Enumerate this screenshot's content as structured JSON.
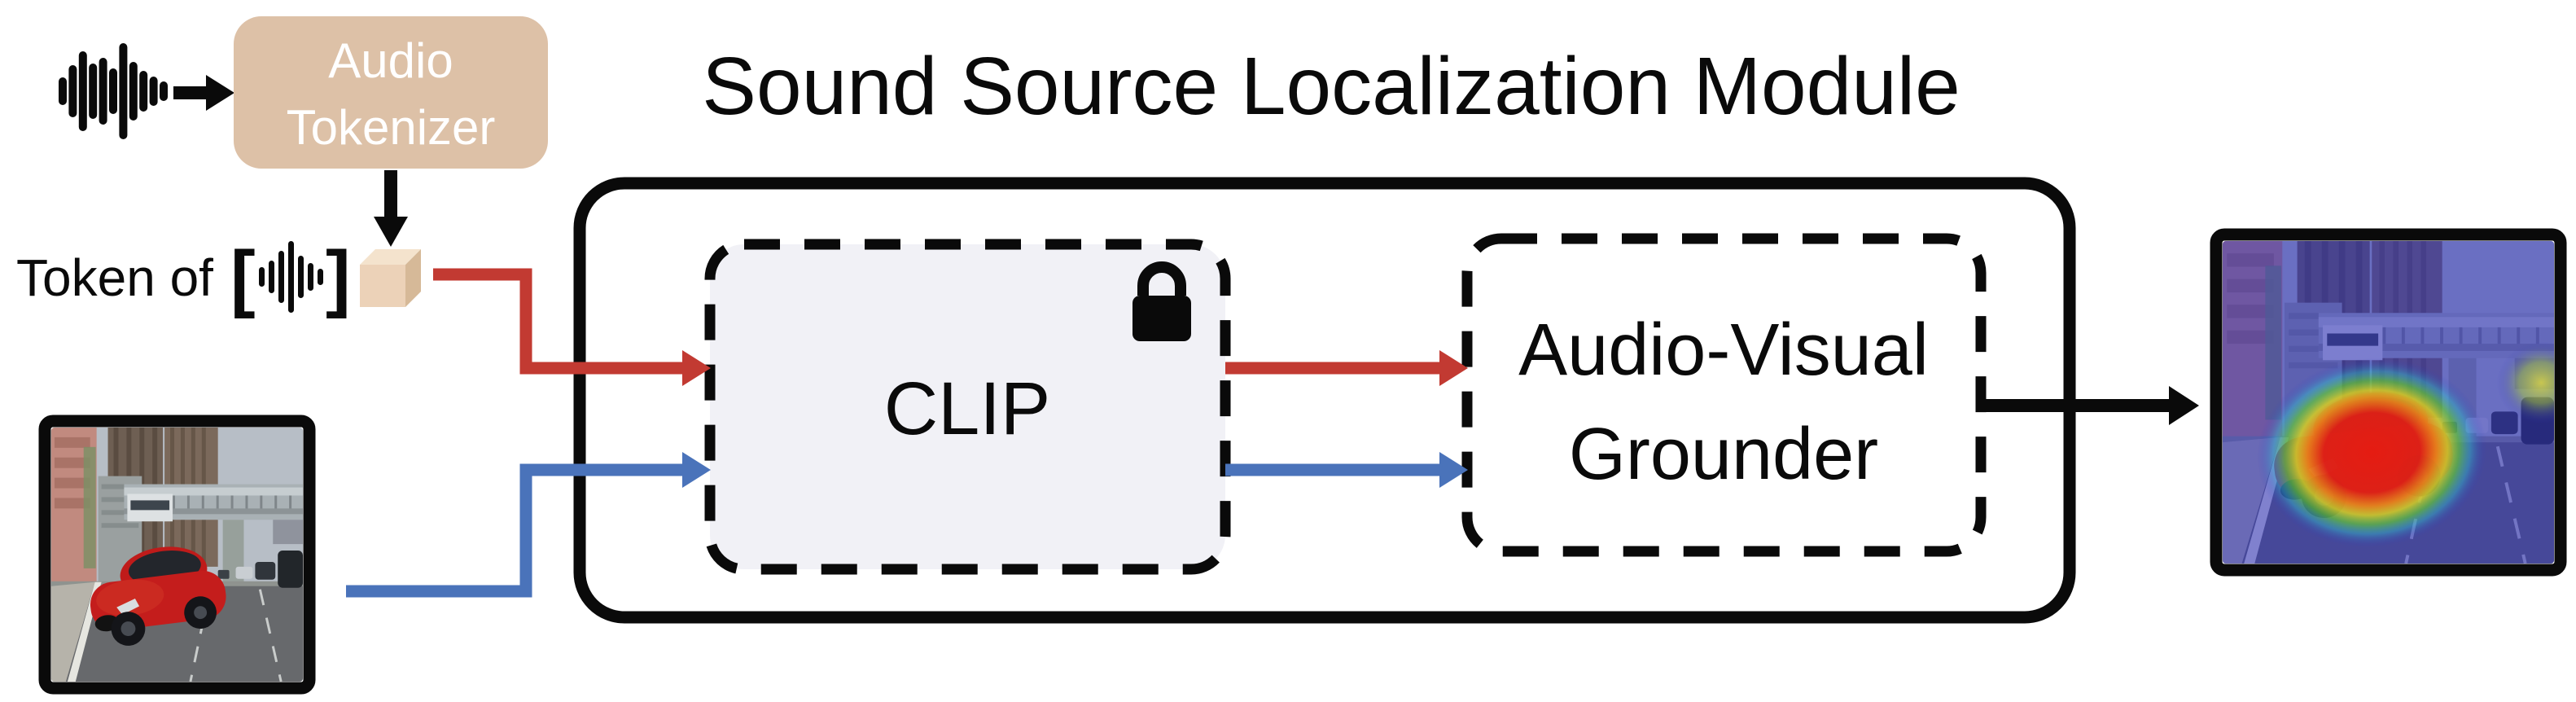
{
  "figure": {
    "title": "Sound Source Localization Module"
  },
  "colors": {
    "arrow_red": "#c23a32",
    "arrow_blue": "#4a73ba",
    "arrow_black": "#0a0a0a",
    "tokenizer_fill": "#ddc1a7",
    "tokenizer_text": "#ffffff",
    "clip_fill": "#f1f1f6",
    "grounder_fill": "#ffffff",
    "box_border": "#0a0a0a",
    "cube_front": "#ecd2b8",
    "cube_top": "#f4e3cd",
    "cube_side": "#d6b998"
  },
  "nodes": {
    "audio_tokenizer": {
      "label_line1": "Audio",
      "label_line2": "Tokenizer"
    },
    "audio_token": {
      "label_prefix": "Token of",
      "bracket_open": "[",
      "bracket_close": "]"
    },
    "clip": {
      "label": "CLIP"
    },
    "grounder": {
      "label_line1": "Audio-Visual",
      "label_line2": "Grounder"
    }
  },
  "icons": {
    "waveform": "audio-waveform",
    "waveform_small": "audio-waveform-small",
    "lock": "padlock-closed",
    "cube": "token-cube"
  },
  "images": {
    "input": "road-scene-red-car",
    "output": "heatmap-localization-red-car"
  },
  "connections": [
    {
      "from": "audio-waveform",
      "to": "audio-tokenizer",
      "color": "black"
    },
    {
      "from": "audio-tokenizer",
      "to": "audio-token-cube",
      "color": "black"
    },
    {
      "from": "audio-token-cube",
      "to": "clip",
      "color": "red"
    },
    {
      "from": "input-road-photo",
      "to": "clip",
      "color": "blue"
    },
    {
      "from": "clip",
      "to": "audio-visual-grounder",
      "color": "red"
    },
    {
      "from": "clip",
      "to": "audio-visual-grounder",
      "color": "blue"
    },
    {
      "from": "audio-visual-grounder",
      "to": "output-heatmap-photo",
      "color": "black"
    }
  ]
}
